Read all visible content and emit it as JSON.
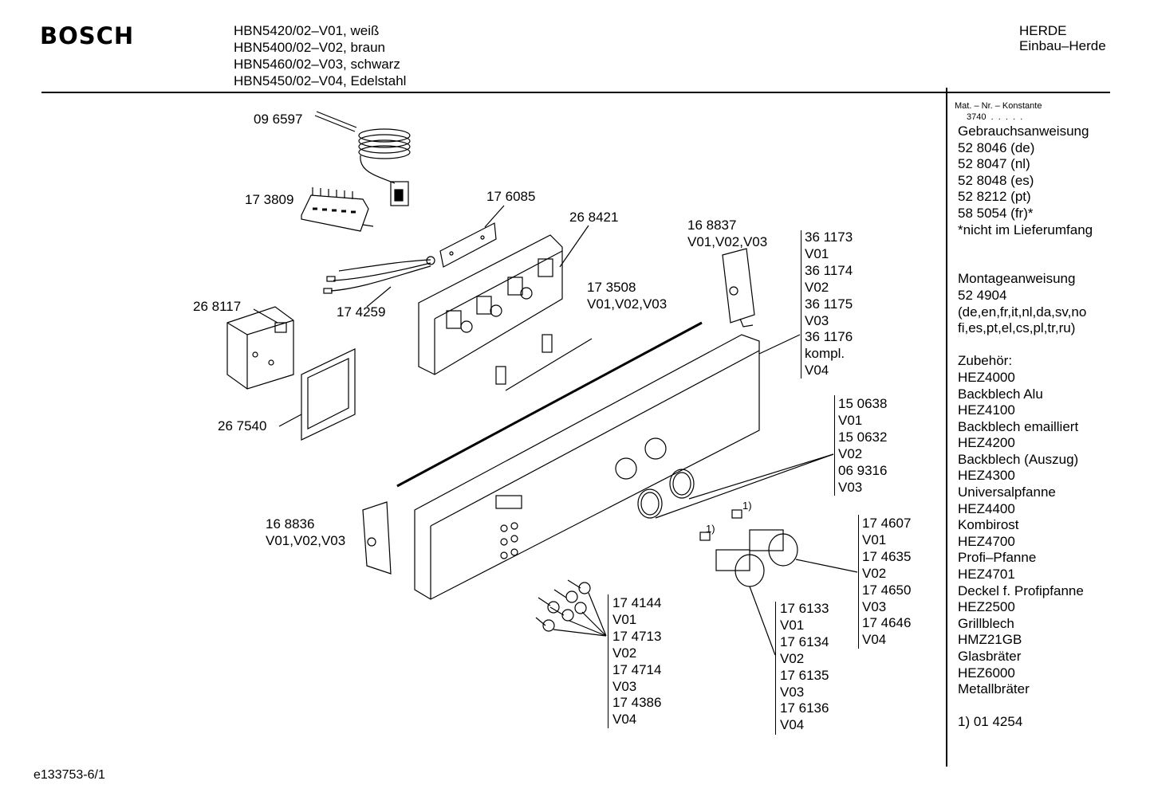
{
  "header": {
    "brand": "BOSCH",
    "models": [
      "HBN5420/02–V01, weiß",
      "HBN5400/02–V02, braun",
      "HBN5460/02–V03, schwarz",
      "HBN5450/02–V04, Edelstahl"
    ],
    "category": [
      "HERDE",
      "Einbau–Herde"
    ]
  },
  "sidebar": {
    "mat_title": "Mat. – Nr. – Konstante",
    "mat_value": "3740  .  .  .  .  .",
    "lines": [
      "Gebrauchsanweisung",
      "52 8046 (de)",
      "52 8047 (nl)",
      "52 8048 (es)",
      "52 8212 (pt)",
      "58 5054 (fr)*",
      "*nicht im Lieferumfang",
      "",
      "",
      "Montageanweisung",
      "52 4904",
      "(de,en,fr,it,nl,da,sv,no",
      "fi,es,pt,el,cs,pl,tr,ru)",
      "",
      "Zubehör:",
      "HEZ4000",
      "Backblech Alu",
      "HEZ4100",
      "Backblech emailliert",
      "HEZ4200",
      "Backblech (Auszug)",
      "HEZ4300",
      "Universalpfanne",
      "HEZ4400",
      "Kombirost",
      "HEZ4700",
      "Profi–Pfanne",
      "HEZ4701",
      "Deckel f. Profipfanne",
      "HEZ2500",
      "Grillblech",
      "HMZ21GB",
      "Glasbräter",
      "HEZ6000",
      "Metallbräter",
      "",
      "1) 01 4254"
    ]
  },
  "labels": {
    "p096597": "09 6597",
    "p173809": "17 3809",
    "p176085": "17 6085",
    "p268421": "26 8421",
    "p174259": "17 4259",
    "p268117": "26 8117",
    "p267540": "26 7540",
    "p173508": [
      "17 3508",
      "V01,V02,V03"
    ],
    "p168837": [
      "16 8837",
      "V01,V02,V03"
    ],
    "p168836": [
      "16 8836",
      "V01,V02,V03"
    ],
    "footnote1": "1)",
    "footnote2": "1)"
  },
  "groups": {
    "g361": [
      "36 1173",
      "V01",
      "36 1174",
      "V02",
      "36 1175",
      "V03",
      "36 1176",
      "kompl.",
      "V04"
    ],
    "g150": [
      "15 0638",
      "V01",
      "15 0632",
      "V02",
      "06 9316",
      "V03"
    ],
    "g1746": [
      "17 4607",
      "V01",
      "17 4635",
      "V02",
      "17 4650",
      "V03",
      "17 4646",
      "V04"
    ],
    "g1761": [
      "17 6133",
      "V01",
      "17 6134",
      "V02",
      "17 6135",
      "V03",
      "17 6136",
      "V04"
    ],
    "g1741": [
      "17 4144",
      "V01",
      "17 4713",
      "V02",
      "17 4714",
      "V03",
      "17 4386",
      "V04"
    ]
  },
  "footer": {
    "code": "e133753-6/1"
  }
}
